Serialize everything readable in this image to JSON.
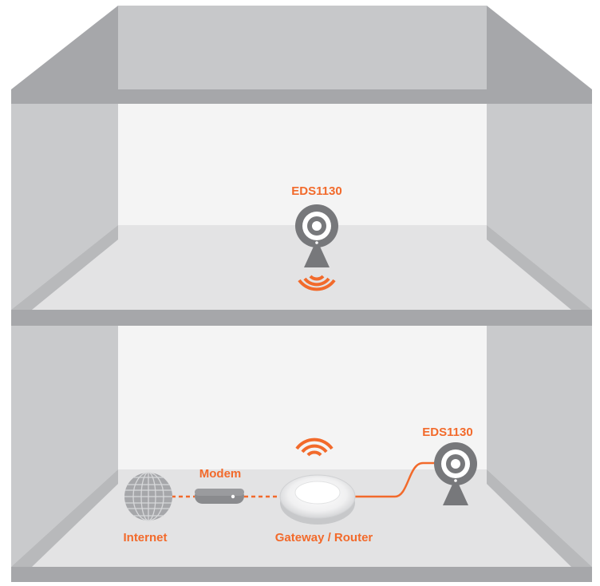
{
  "labels": {
    "camera_upper": "EDS1130",
    "camera_lower": "EDS1130",
    "modem": "Modem",
    "internet": "Internet",
    "gateway": "Gateway / Router"
  },
  "colors": {
    "accent": "#f26a2b",
    "house_dark": "#a6a7aa",
    "house_mid": "#bfc0c2",
    "house_light": "#d2d3d5",
    "floor": "#e6e6e7",
    "wall": "#f4f4f4",
    "device": "#77787b"
  },
  "icons": {
    "camera": "camera-icon",
    "wifi": "wifi-icon",
    "globe": "globe-icon",
    "modem": "modem-icon",
    "router": "router-icon"
  }
}
